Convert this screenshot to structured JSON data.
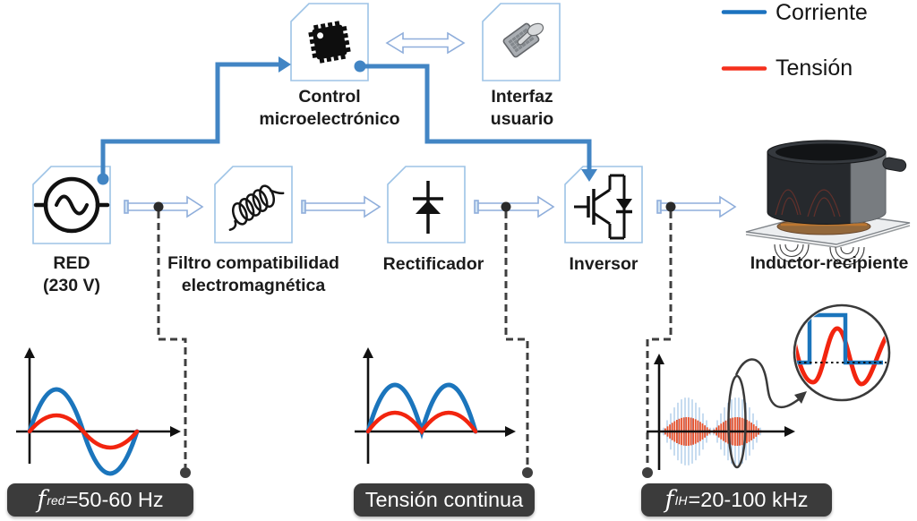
{
  "legend": {
    "items": [
      {
        "label": "Corriente",
        "color": "#1c72bf"
      },
      {
        "label": "Tensión",
        "color": "#f5301d"
      }
    ]
  },
  "blocks": {
    "control": {
      "line1": "Control",
      "line2": "microelectrónico",
      "icon": "microchip-icon"
    },
    "interfaz": {
      "line1": "Interfaz",
      "line2": "usuario",
      "icon": "touch-interface-icon"
    },
    "red": {
      "line1": "RED",
      "line2": "(230 V)",
      "icon": "ac-source-icon"
    },
    "filtro": {
      "line1": "Filtro compatibilidad",
      "line2": "electromagnética",
      "icon": "inductor-coil-icon"
    },
    "rectificador": {
      "line1": "Rectificador",
      "icon": "diode-icon"
    },
    "inversor": {
      "line1": "Inversor",
      "icon": "igbt-icon"
    },
    "inductor": {
      "line1": "Inductor-recipiente",
      "icon": "induction-pot-image"
    }
  },
  "callouts": {
    "c1": {
      "f": "f",
      "sub": "red",
      "rest": "=50-60 Hz"
    },
    "c2": {
      "text": "Tensión continua"
    },
    "c3": {
      "f": "f",
      "sub": "IH",
      "rest": "=20-100 kHz"
    }
  },
  "colors": {
    "block_border": "#9dc3e6",
    "flow_arrow_outline": "#8faedb",
    "control_line_blue": "#4285c4",
    "current_blue": "#1b75bc",
    "voltage_red": "#f2250f",
    "burst_blue": "#a9c8e8",
    "burst_red": "#e8512b",
    "dashed_gray": "#3f3f3f",
    "callout_bg": "#3b3b3b"
  },
  "chart_data": [
    {
      "type": "line",
      "id": "mains-waveform",
      "series": [
        {
          "name": "Corriente",
          "color": "#1b75bc",
          "shape": "sine",
          "cycles": 1,
          "relative_amplitude": 1.0
        },
        {
          "name": "Tensión",
          "color": "#f2250f",
          "shape": "sine",
          "cycles": 1,
          "relative_amplitude": 0.38
        }
      ],
      "annotation": "f_red=50-60 Hz",
      "axes": "unlabeled"
    },
    {
      "type": "line",
      "id": "rectified-waveform",
      "series": [
        {
          "name": "Corriente",
          "color": "#1b75bc",
          "shape": "rectified-sine",
          "humps": 2,
          "relative_amplitude": 1.0
        },
        {
          "name": "Tensión",
          "color": "#f2250f",
          "shape": "rectified-sine",
          "humps": 2,
          "relative_amplitude": 0.4
        }
      ],
      "annotation": "Tensión continua",
      "axes": "unlabeled"
    },
    {
      "type": "line",
      "id": "inverter-output-waveform",
      "series": [
        {
          "name": "Corriente",
          "color": "#a9c8e8",
          "shape": "amplitude-modulated-burst",
          "bursts": 2
        },
        {
          "name": "Tensión",
          "color": "#e8512b",
          "shape": "amplitude-modulated-burst",
          "bursts": 2
        }
      ],
      "annotation": "f_IH=20-100 kHz",
      "inset_detail": {
        "blue": "onda cuadrada (Corriente)",
        "red": "onda senoidal (Tensión)"
      },
      "axes": "unlabeled",
      "render_hints": {
        "x_start": 739,
        "x_end": 851,
        "node_x": 795,
        "baseline_y": 482,
        "blue_amplitude": 38,
        "red_amplitude": 16,
        "blue_step": 4,
        "red_step": 2.6,
        "blue_color": "#a9c8e8",
        "red_color": "#e8512b"
      }
    }
  ]
}
